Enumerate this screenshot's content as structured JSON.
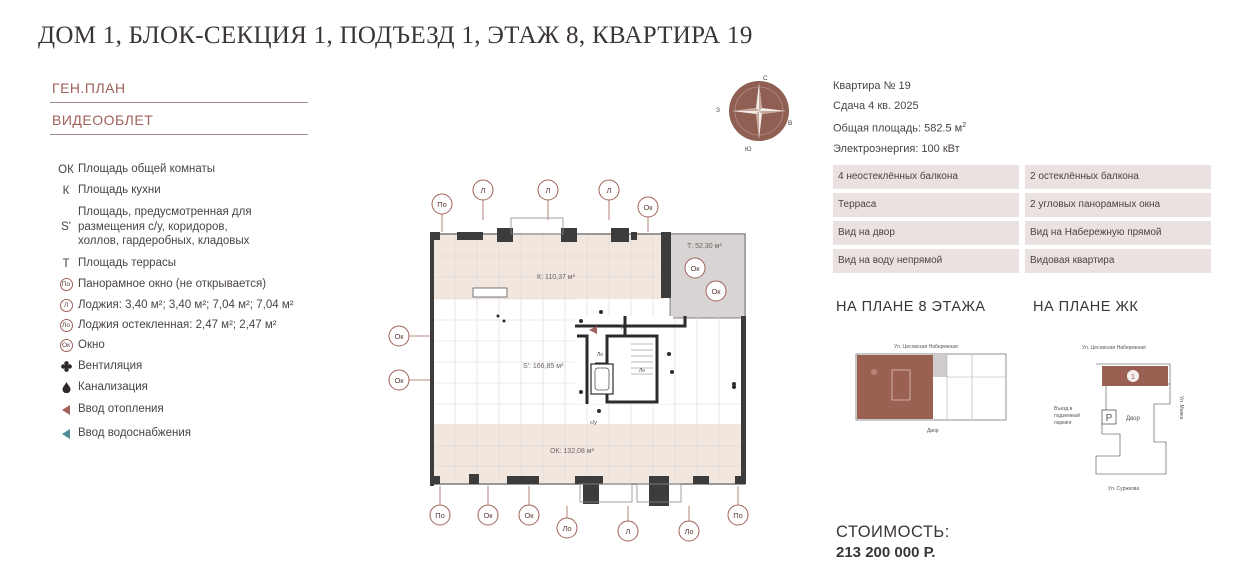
{
  "title": "ДОМ 1, БЛОК-СЕКЦИЯ 1, ПОДЪЕЗД 1, ЭТАЖ 8, КВАРТИРА 19",
  "nav": {
    "genplan": "ГЕН.ПЛАН",
    "video": "ВИДЕООБЛЕТ"
  },
  "legend": {
    "ok": {
      "abbr": "ОК",
      "text": "Площадь общей комнаты"
    },
    "k": {
      "abbr": "К",
      "text": "Площадь кухни"
    },
    "s": {
      "abbr": "S'",
      "text1": "Площадь, предусмотренная для",
      "text2": "размещения с/у, коридоров,",
      "text3": "холлов, гардеробных, кладовых"
    },
    "t": {
      "abbr": "Т",
      "text": "Площадь террасы"
    },
    "po": {
      "abbr": "По",
      "text": "Панорамное окно (не открывается)"
    },
    "l": {
      "abbr": "Л",
      "text": "Лоджия: 3,40 м²; 3,40 м²; 7,04 м²; 7,04 м²"
    },
    "lo": {
      "abbr": "Ло",
      "text": "Лоджия остекленная: 2,47 м²; 2,47 м²"
    },
    "okno": {
      "abbr": "Ок",
      "text": "Окно"
    },
    "vent": {
      "text": "Вентиляция"
    },
    "kanal": {
      "text": "Канализация"
    },
    "heat": {
      "text": "Ввод отопления"
    },
    "water": {
      "text": "Ввод водоснабжения"
    }
  },
  "compass": {
    "n": "С",
    "s": "Ю",
    "w": "З",
    "e": "В"
  },
  "info": {
    "apt": "Квартира № 19",
    "delivery": "Сдача 4 кв. 2025",
    "area_label": "Общая площадь: 582.5 м",
    "area_sup": "2",
    "power": "Электроэнергия: 100 кВт"
  },
  "features": [
    "4 неостеклённых балкона",
    "2 остеклённых балкона",
    "Терраса",
    "2 угловых панорамных окна",
    "Вид на двор",
    "Вид на Набережную прямой",
    "Вид на воду непрямой",
    "Видовая квартира"
  ],
  "plan": {
    "k_area": "К: 110,37 м²",
    "s_area": "S': 166,85 м²",
    "ok_area": "ОК: 132,08 м²",
    "t_area": "Т: 52,30 м²",
    "k_small": "К",
    "su": "с/у",
    "lo_small": "Ло",
    "marks": {
      "po": "По",
      "l": "Л",
      "ok": "Ок",
      "lo": "Ло"
    }
  },
  "floor_plan": {
    "heading": "НА ПЛАНЕ 8 ЭТАЖА",
    "street": "Ул. Цесовская Набережная",
    "yard": "Двор"
  },
  "complex_plan": {
    "heading": "НА ПЛАНЕ ЖК",
    "street_top": "Ул. Цесовская Набережная",
    "street_right": "Ул. Маяка",
    "street_bottom": "Ул. Суржкова",
    "parking_l1": "Въезд в",
    "parking_l2": "подземный",
    "parking_l3": "паркинг",
    "parking_sign": "P",
    "yard": "Двор",
    "number": "1"
  },
  "price": {
    "label": "СТОИМОСТЬ:",
    "value": "213 200 000 Р."
  },
  "colors": {
    "accent": "#a0615a",
    "tile": "#e9e2e0",
    "highlight": "#9a6152"
  }
}
